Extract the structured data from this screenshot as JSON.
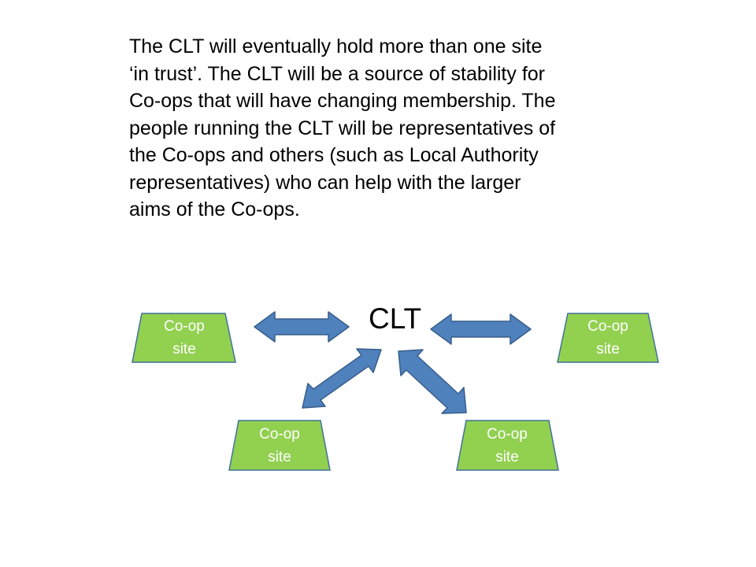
{
  "intro": {
    "lines": [
      "The CLT will eventually hold more than one site",
      "‘in trust’. The CLT will be a source of stability for",
      "Co-ops that will have changing membership. The",
      "people running the CLT will be representatives of",
      "the Co-ops and others (such as Local Authority",
      "representatives) who can help with the larger",
      "aims of the Co-ops."
    ]
  },
  "diagram": {
    "center_label": "CLT",
    "sites": [
      {
        "line1": "Co-op",
        "line2": "site"
      },
      {
        "line1": "Co-op",
        "line2": "site"
      },
      {
        "line1": "Co-op",
        "line2": "site"
      },
      {
        "line1": "Co-op",
        "line2": "site"
      }
    ],
    "colors": {
      "site_fill": "#92d050",
      "site_stroke": "#41719c",
      "arrow_fill": "#4f81bd",
      "arrow_stroke": "#385d8a"
    }
  }
}
